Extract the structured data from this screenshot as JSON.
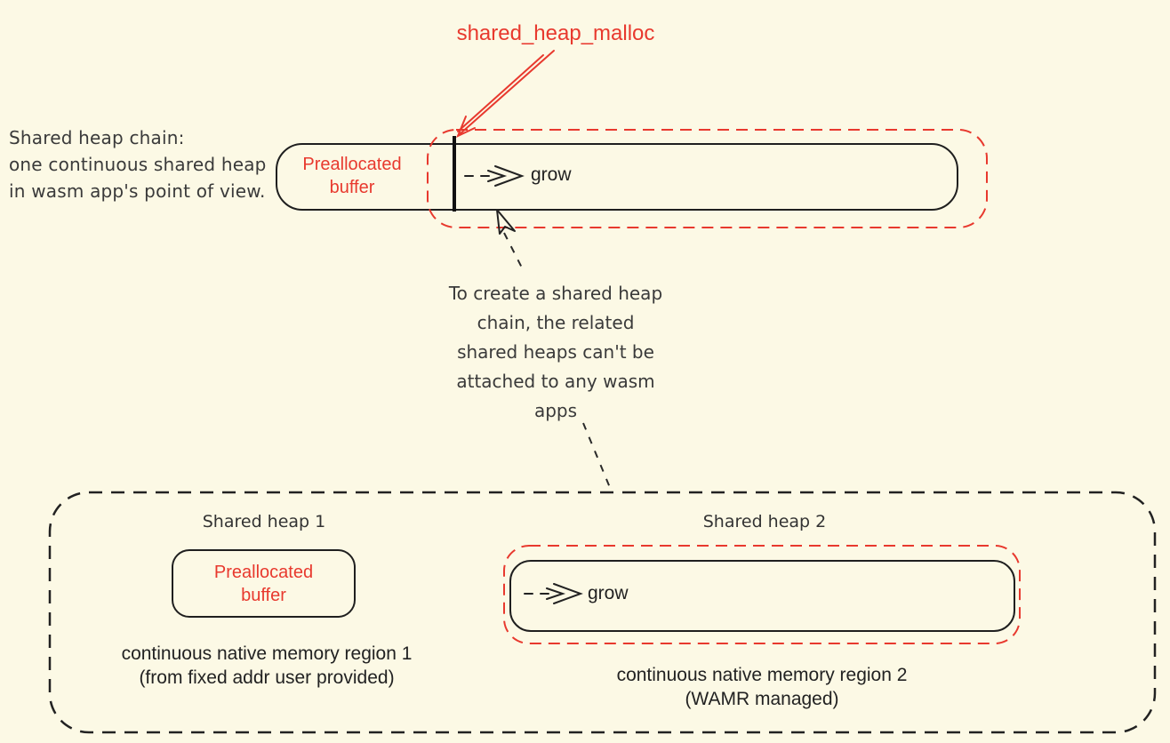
{
  "diagram": {
    "bg_color": "#fcf9e5",
    "accent_red": "#e8392e",
    "ink_color": "#1f1f1f",
    "heading_label": "shared_heap_malloc",
    "intro": {
      "line1": "Shared heap chain:",
      "line2": "one continuous shared heap",
      "line3": "in wasm app's point of view."
    },
    "chain_box": {
      "prealloc_line1": "Preallocated",
      "prealloc_line2": "buffer",
      "grow_label": "grow"
    },
    "note": {
      "line1": "To create a shared heap",
      "line2": "chain, the related",
      "line3": "shared heaps can't be",
      "line4": "attached to any wasm",
      "line5": "apps"
    },
    "container": {
      "heap1_title": "Shared heap 1",
      "heap1_box_line1": "Preallocated",
      "heap1_box_line2": "buffer",
      "heap1_caption_line1": "continuous native memory region 1",
      "heap1_caption_line2": "(from fixed addr user provided)",
      "heap2_title": "Shared heap 2",
      "heap2_grow_label": "grow",
      "heap2_caption_line1": "continuous native memory region 2",
      "heap2_caption_line2": "(WAMR managed)"
    },
    "icons": {
      "malloc_arrow": "red-double-line-arrow-down-left",
      "grow_arrow_top": "black-dashed-arrow-right",
      "grow_arrow_bottom": "black-dashed-arrow-right",
      "cursor_pointer": "hand-drawn-cursor-up-left",
      "note_connector_upper": "black-dashed-connector",
      "note_connector_lower": "black-dashed-connector"
    }
  }
}
